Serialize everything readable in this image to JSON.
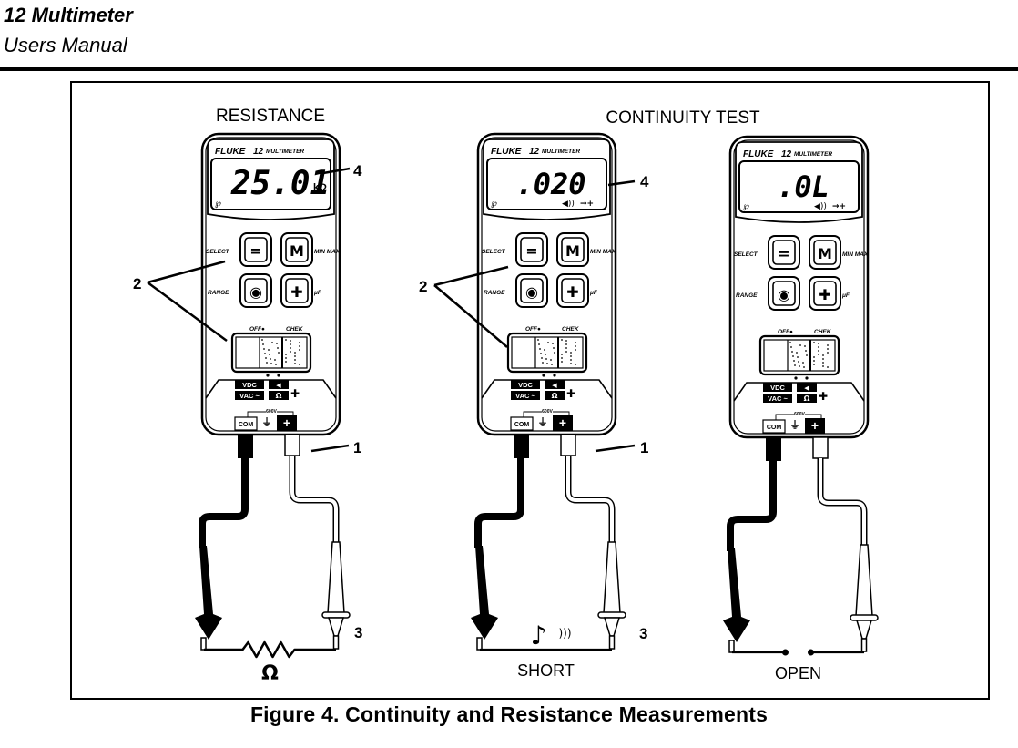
{
  "header": {
    "title": "12 Multimeter",
    "subtitle": "Users Manual"
  },
  "figure": {
    "caption": "Figure 4. Continuity and Resistance Measurements",
    "sections": {
      "resistance": "RESISTANCE",
      "continuity": "CONTINUITY TEST"
    },
    "callouts": {
      "leads": "1",
      "buttons": "2",
      "probes": "3",
      "display": "4"
    },
    "meters": [
      {
        "brand": "FLUKE",
        "model": "12",
        "model_label": "MULTIMETER",
        "reading": "25.01",
        "unit": "kΩ",
        "indicators": [
          "auto-range-icon"
        ],
        "circuit_label": "Ω",
        "circuit_type": "resistor"
      },
      {
        "brand": "FLUKE",
        "model": "12",
        "model_label": "MULTIMETER",
        "reading": ".020",
        "unit": "",
        "indicators": [
          "auto-range-icon",
          "beeper-icon",
          "diode-icon"
        ],
        "circuit_label": "SHORT",
        "circuit_type": "short",
        "beep_symbol": "♪ ))))"
      },
      {
        "brand": "FLUKE",
        "model": "12",
        "model_label": "MULTIMETER",
        "reading": ".0L",
        "unit": "",
        "indicators": [
          "auto-range-icon",
          "beeper-icon",
          "diode-icon"
        ],
        "circuit_label": "OPEN",
        "circuit_type": "open"
      }
    ],
    "meter_panel": {
      "select_label": "SELECT",
      "minmax_label": "MIN MAX",
      "range_label": "RANGE",
      "uf_label": "μF",
      "off_label": "OFF●",
      "chek_label": "CHEK",
      "vdc_label": "VDC",
      "vac_label": "VAC ~",
      "ohm_key": "Ω",
      "com_label": "COM",
      "plus_label": "+",
      "volt_label": "600V"
    }
  }
}
